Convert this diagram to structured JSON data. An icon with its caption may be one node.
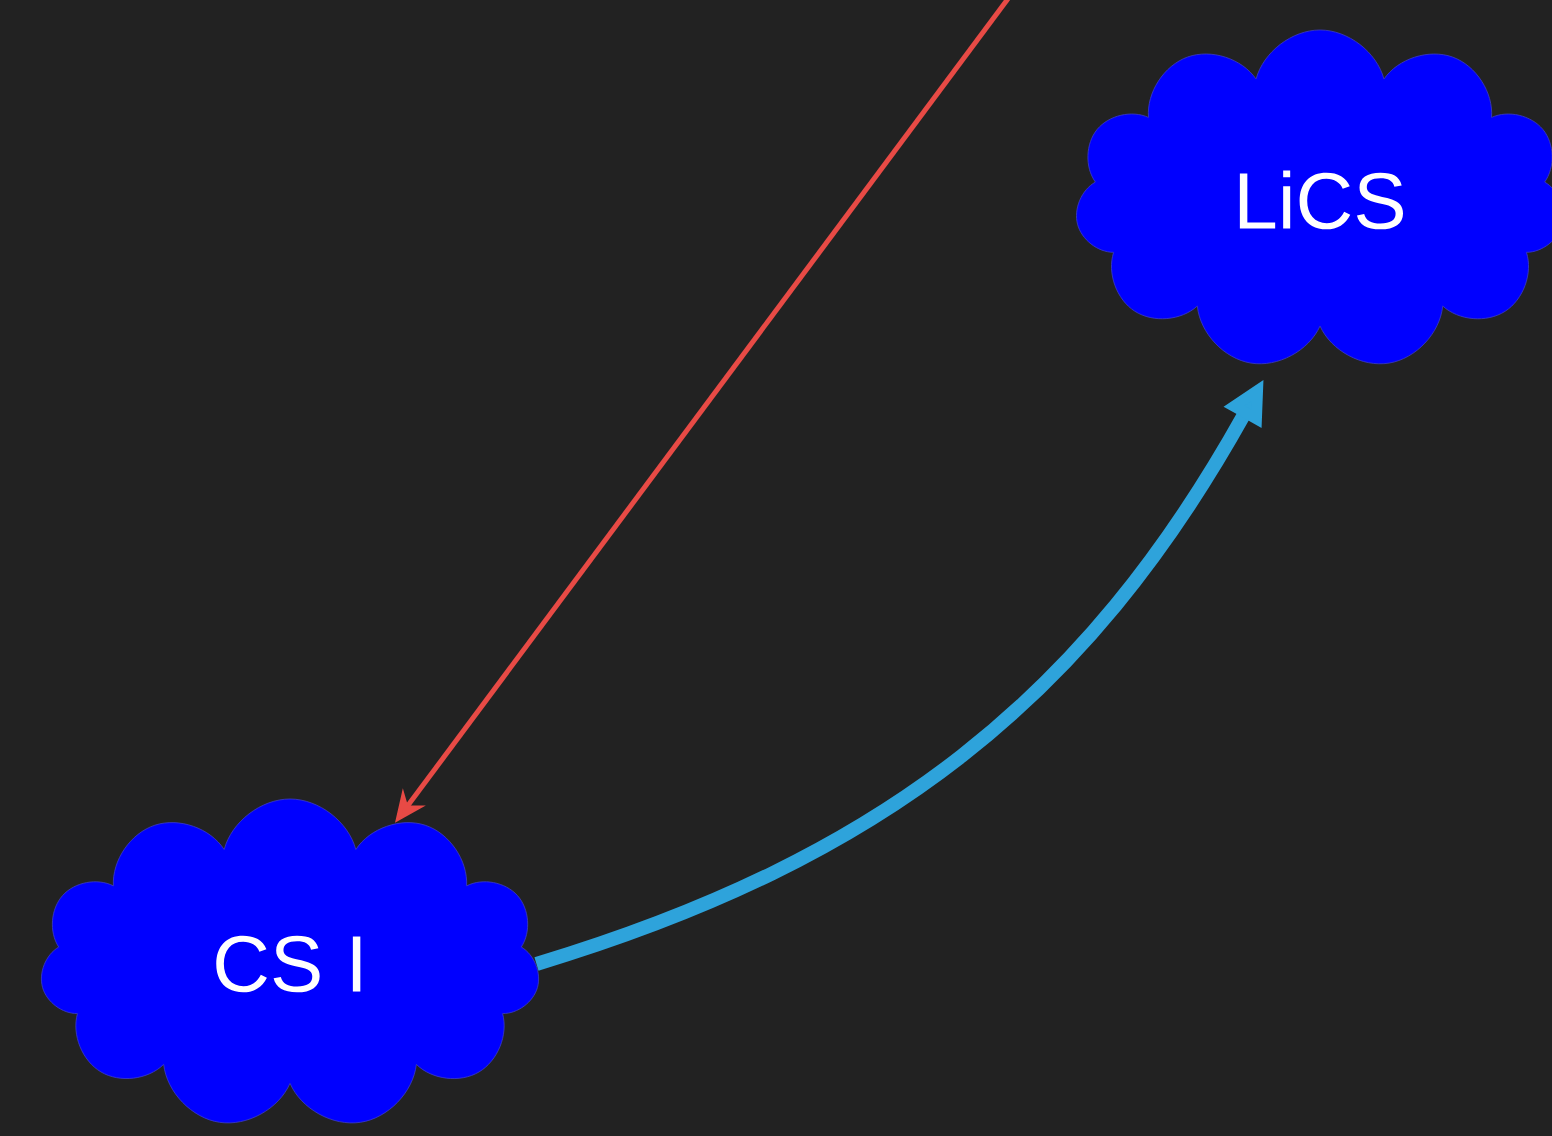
{
  "diagram": {
    "nodes": [
      {
        "text": [
          "CS I"
        ]
      },
      {
        "text": [
          "LiCS"
        ]
      }
    ],
    "edges": [
      {
        "from": null,
        "to": 0,
        "arrow": "to",
        "color": "#e84a45"
      },
      {
        "from": 0,
        "to": 1,
        "arrow": "to",
        "style": "thick",
        "color": "#2ea3db"
      }
    ]
  }
}
